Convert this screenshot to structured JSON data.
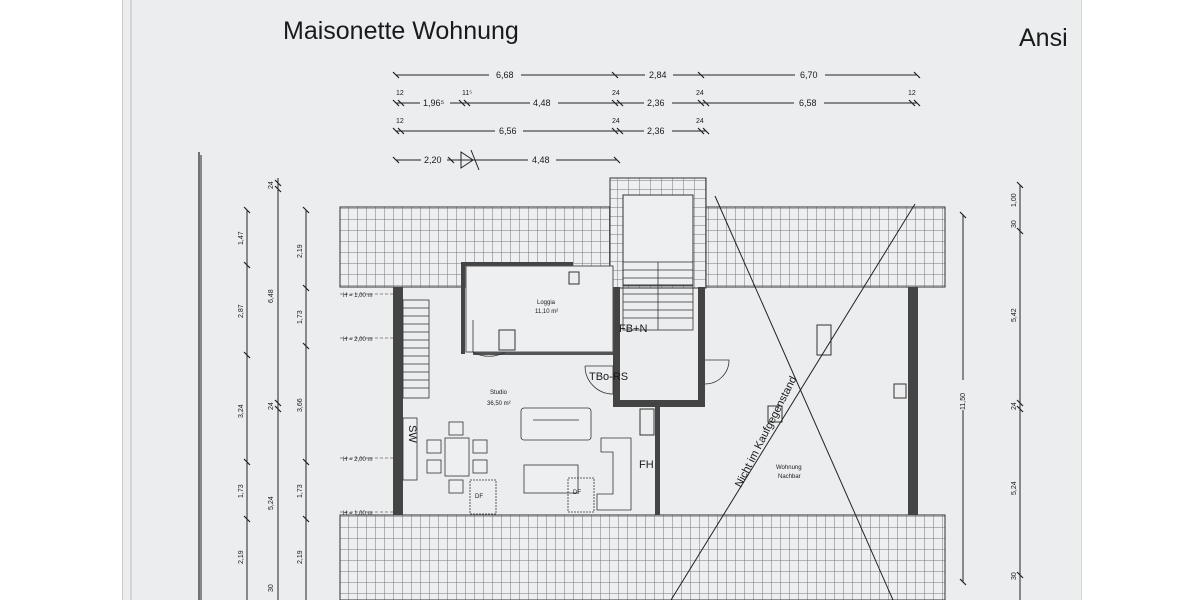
{
  "header": {
    "title": "Maisonette Wohnung",
    "view_label": "Ansi"
  },
  "dimensions_top": {
    "row1": [
      "6,68",
      "2,84",
      "6,70"
    ],
    "row2": [
      "12",
      "1,96⁵",
      "11⁵",
      "4,48",
      "24",
      "2,36",
      "24",
      "6,58",
      "12"
    ],
    "row3": [
      "12",
      "6,56",
      "24",
      "2,36",
      "24"
    ],
    "row4": [
      "2,20",
      "4,48"
    ]
  },
  "dimensions_left": {
    "outer": [
      "1,47",
      "2,87",
      "3,24",
      "1,73",
      "2,19"
    ],
    "mid": [
      "24",
      "6,48",
      "24",
      "5,24",
      "30"
    ],
    "inner": [
      "2,19",
      "1,73",
      "3,66",
      "1,73",
      "2,19"
    ]
  },
  "dimensions_right": {
    "total": "11,50",
    "segments": [
      "30",
      "1,00",
      "5,42",
      "24",
      "5,24",
      "30"
    ]
  },
  "height_labels": [
    "H = 1,00 m",
    "H = 2,00 m",
    "H = 2,00 m",
    "H = 1,00 m"
  ],
  "rooms": {
    "loggia": {
      "name": "Loggia",
      "area": "11,10 m²"
    },
    "studio": {
      "name": "Studio",
      "area": "36,50 m²"
    },
    "neighbor": {
      "name": "Wohnung",
      "subtitle": "Nachbar"
    },
    "df1": "DF",
    "df2": "DF"
  },
  "handwriting": {
    "fbn": "FB+N",
    "tbd": "TBo-RS",
    "sw": "SW",
    "fh": "FH",
    "not_included": "Nicht im Kaufgegenstand"
  }
}
